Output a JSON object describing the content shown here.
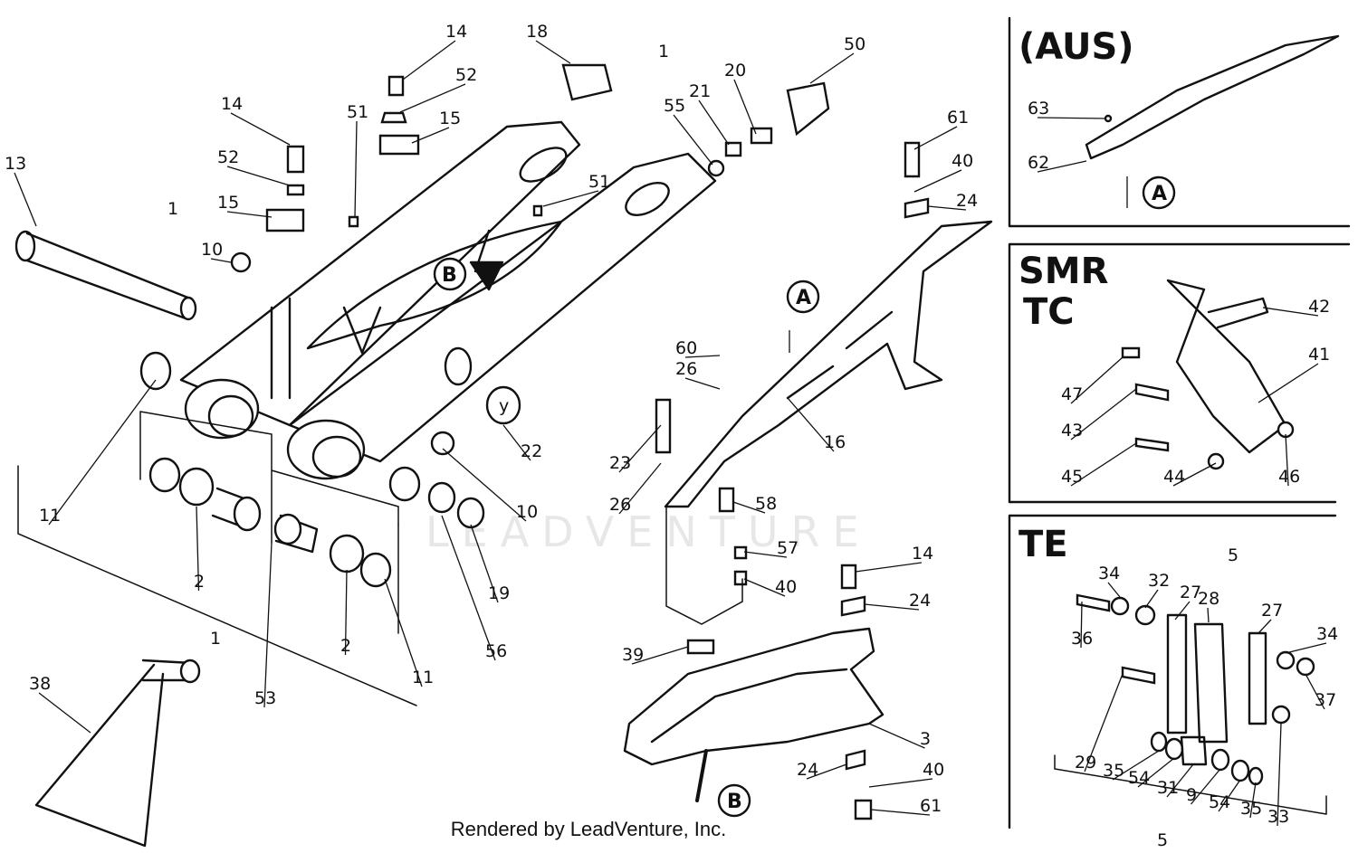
{
  "watermark": "LEADVENTURE",
  "credit": "Rendered by LeadVenture, Inc.",
  "panels": {
    "aus": {
      "title": "(AUS)"
    },
    "smr_tc": {
      "title_line1": "SMR",
      "title_line2": "TC"
    },
    "te": {
      "title": "TE"
    }
  },
  "reference_markers": {
    "a": "A",
    "b": "B"
  },
  "callouts": {
    "main": [
      "13",
      "14",
      "52",
      "15",
      "51",
      "10",
      "1",
      "14",
      "52",
      "15",
      "18",
      "51",
      "1",
      "55",
      "21",
      "20",
      "50",
      "11",
      "2",
      "53",
      "2",
      "11",
      "1",
      "22",
      "10",
      "19",
      "56",
      "38",
      "61",
      "40",
      "24",
      "16",
      "60",
      "26",
      "23",
      "26",
      "58",
      "57",
      "40",
      "14",
      "24",
      "39",
      "3",
      "24",
      "40",
      "61"
    ],
    "aus": [
      "63",
      "62"
    ],
    "smr_tc": [
      "42",
      "41",
      "47",
      "43",
      "45",
      "44",
      "46"
    ],
    "te": [
      "5",
      "34",
      "32",
      "27",
      "28",
      "27",
      "34",
      "36",
      "37",
      "29",
      "35",
      "54",
      "31",
      "9",
      "54",
      "35",
      "33",
      "5"
    ]
  }
}
